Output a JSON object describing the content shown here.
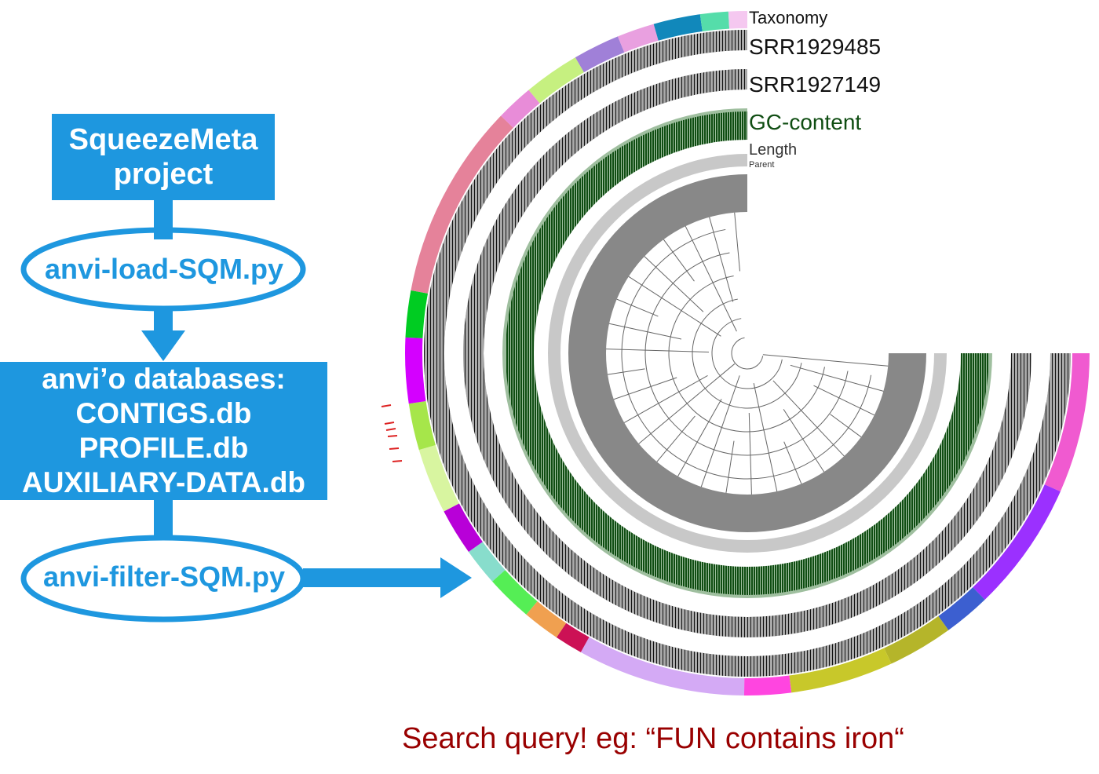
{
  "flow": {
    "project_box": [
      "SqueezeMeta",
      "project"
    ],
    "load_script": "anvi-load-SQM.py",
    "databases_box": [
      "anvi’o databases:",
      "CONTIGS.db",
      "PROFILE.db",
      "AUXILIARY-DATA.db"
    ],
    "filter_script": "anvi-filter-SQM.py",
    "accent_color": "#1e97df"
  },
  "radial_plot": {
    "layers": {
      "taxonomy": "Taxonomy",
      "sample1": "SRR1929485",
      "sample2": "SRR1927149",
      "gc": "GC-content",
      "length": "Length",
      "parent": "Parent"
    },
    "colors": {
      "coverage_bg": "#a9a9a9",
      "gc_fill": "#0f4d12",
      "gc_bg": "#9fbf9f",
      "tree_bg": "#888888"
    }
  },
  "search_query": "Search query! eg: “FUN contains iron“"
}
